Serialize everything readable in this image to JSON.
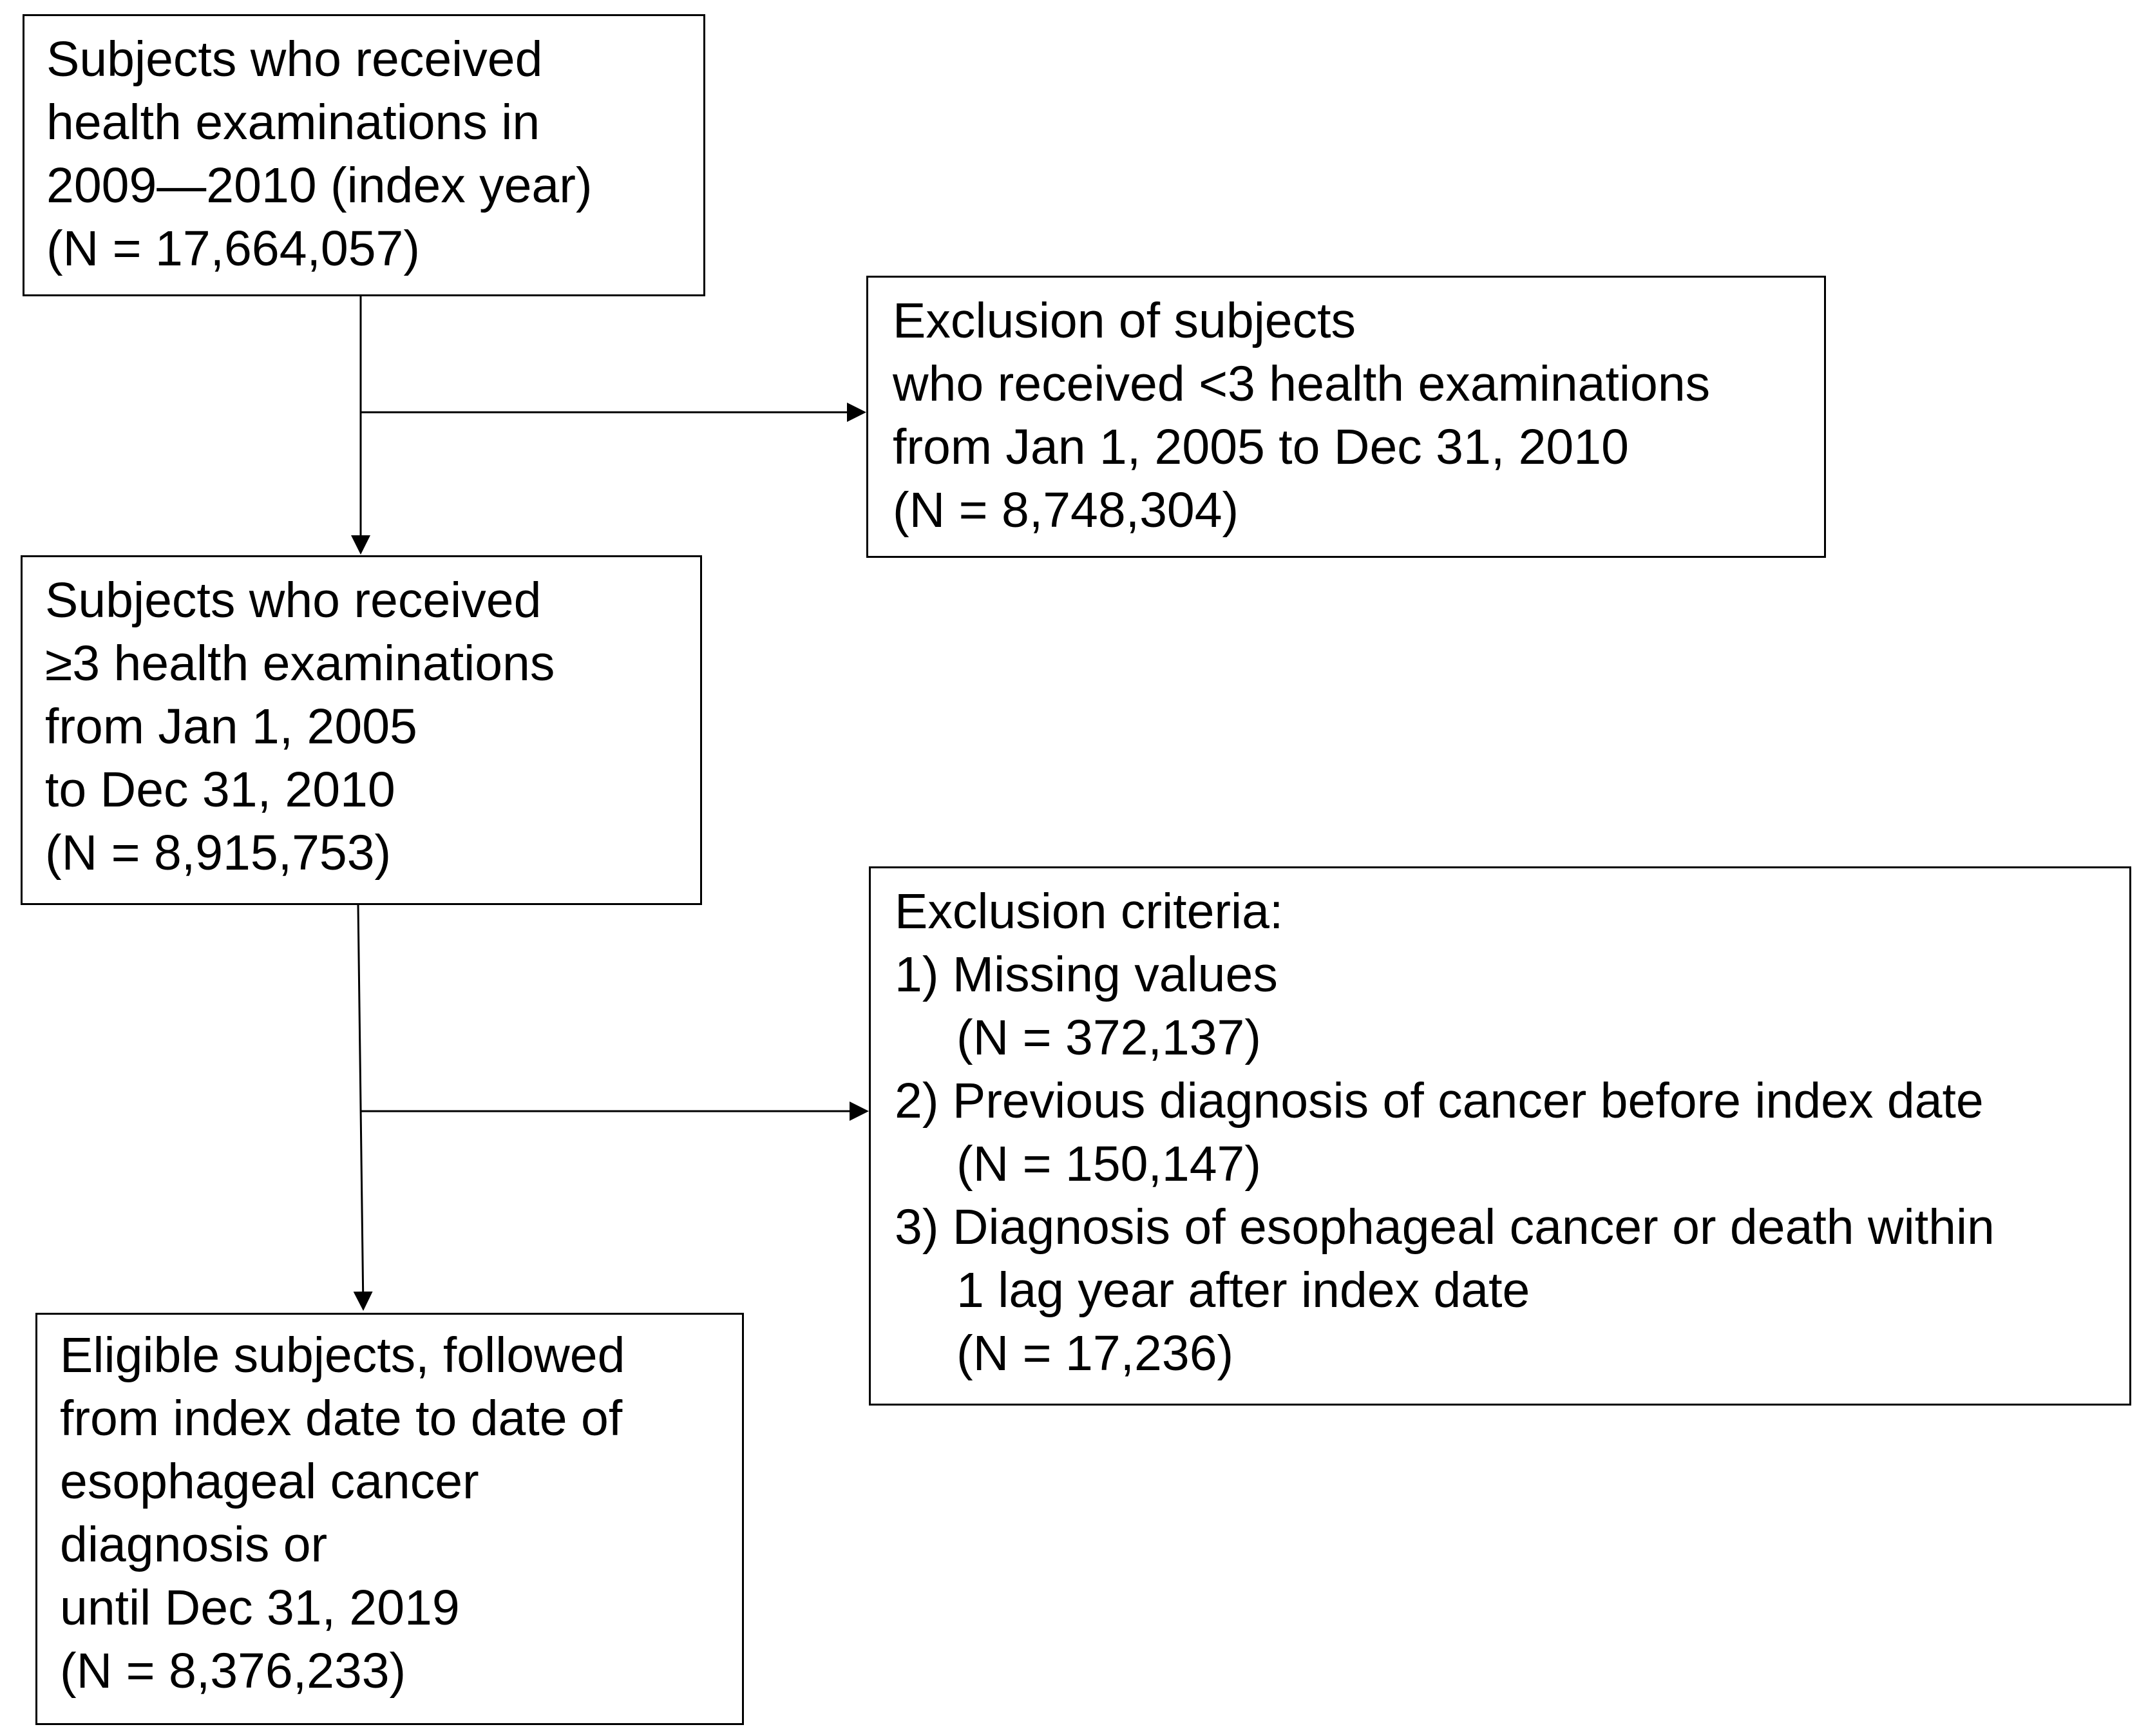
{
  "boxes": {
    "initial": {
      "lines": [
        "Subjects who received",
        "health examinations in",
        "2009—2010 (index year)",
        "(N = 17,664,057)"
      ]
    },
    "exclusion_1": {
      "lines": [
        "Exclusion of subjects",
        "who received <3 health examinations",
        "from Jan 1, 2005 to Dec 31, 2010",
        "(N = 8,748,304)"
      ]
    },
    "middle": {
      "lines": [
        "Subjects who received",
        "≥3 health examinations",
        "from Jan 1, 2005",
        "to Dec 31, 2010",
        "(N = 8,915,753)"
      ]
    },
    "exclusion_2": {
      "title": "Exclusion criteria:",
      "items": [
        {
          "label": "1) Missing values",
          "n": "(N = 372,137)"
        },
        {
          "label": "2) Previous diagnosis of cancer before index date",
          "n": "(N = 150,147)"
        },
        {
          "label": "3) Diagnosis of esophageal cancer or death within",
          "cont": "1 lag year after index date",
          "n": "(N = 17,236)"
        }
      ]
    },
    "final": {
      "lines": [
        "Eligible subjects, followed",
        "from index date to date of",
        "esophageal cancer",
        "diagnosis or",
        "until Dec 31, 2019",
        "(N = 8,376,233)"
      ]
    }
  }
}
